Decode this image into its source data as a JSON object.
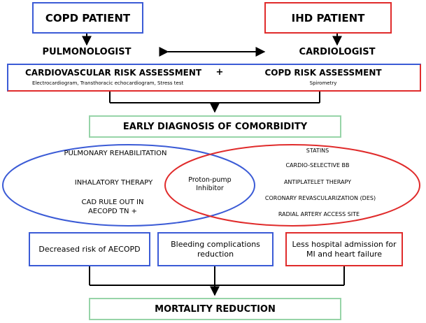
{
  "top_boxes": {
    "copd_patient": "COPD PATIENT",
    "ihd_patient": "IHD PATIENT"
  },
  "specialists": {
    "left": "PULMONOLOGIST",
    "right": "CARDIOLOGIST"
  },
  "risk_assessment": {
    "left_title": "CARDIOVASCULAR RISK ASSESSMENT",
    "plus": "+",
    "left_tests": "Electrocardiogram, Transthoracic echocardiogram, Stress test",
    "right_title": "COPD RISK ASSESSMENT",
    "right_tests": "Spirometry"
  },
  "early_diagnosis": "EARLY DIAGNOSIS OF COMORBIDITY",
  "left_circle": {
    "item1": "PULMONARY REHABILITATION",
    "item2": "INHALATORY THERAPY",
    "item3": "CAD RULE OUT IN AECOPD TN +"
  },
  "center_overlap": "Proton-pump Inhibitor",
  "right_circle": {
    "item1": "STATINS",
    "item2": "CARDIO-SELECTIVE BB",
    "item3": "ANTIPLATELET THERAPY",
    "item4": "CORONARY REVASCULARIZATION (DES)",
    "item5": "RADIAL ARTERY ACCESS SITE"
  },
  "outcomes": {
    "left": "Decreased risk of AECOPD",
    "middle": "Bleeding complications reduction",
    "right": "Less hospital admission for MI and heart failure"
  },
  "final": "MORTALITY REDUCTION",
  "colors": {
    "copd_blue": "#3b5bd6",
    "ihd_red": "#e02b2b",
    "result_green": "#97d4a8"
  }
}
